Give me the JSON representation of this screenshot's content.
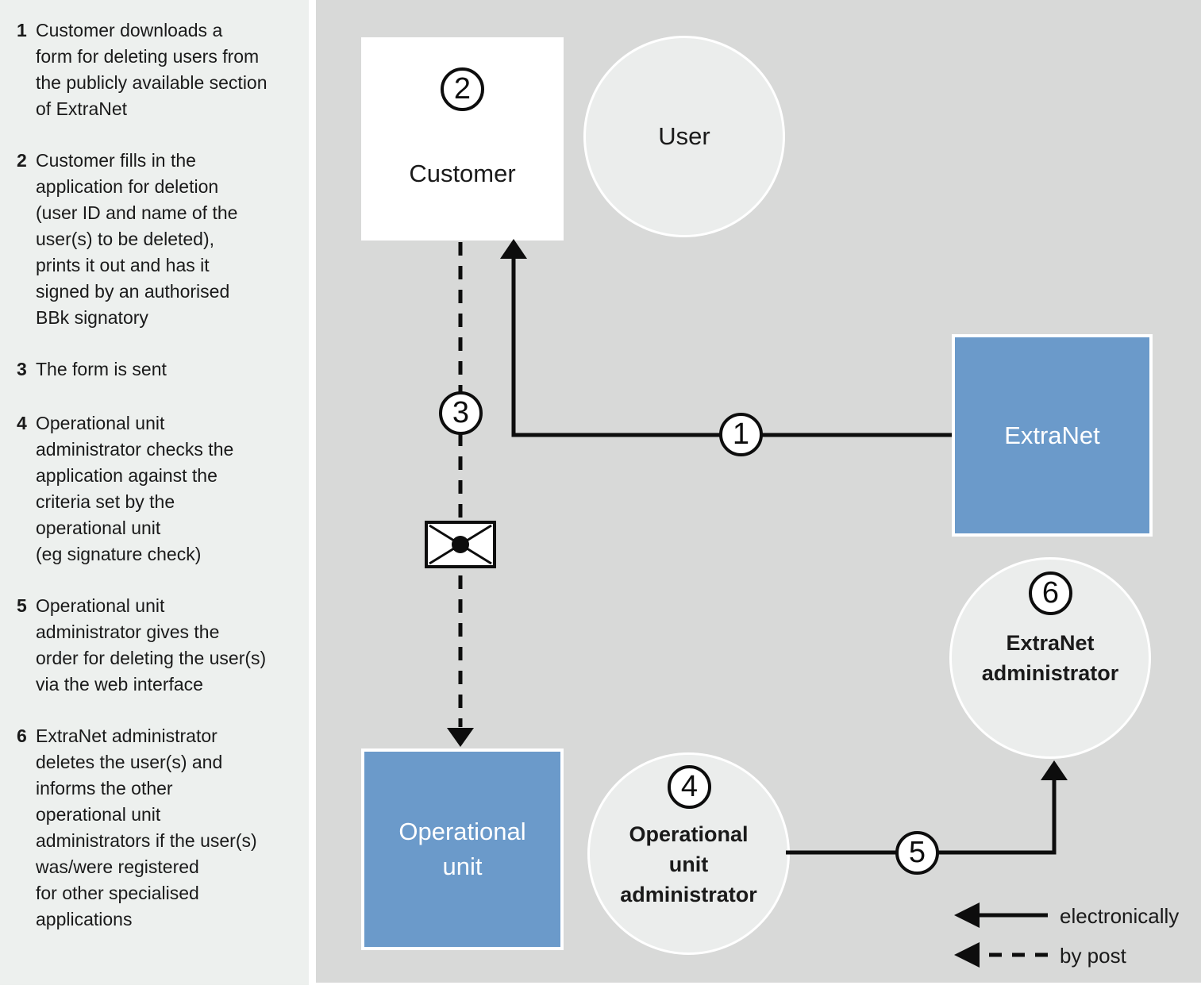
{
  "steps": [
    {
      "num": "1",
      "text": "Customer downloads a\nform for deleting users from\nthe publicly available section\nof ExtraNet"
    },
    {
      "num": "2",
      "text": "Customer fills in the\napplication for deletion\n(user ID and name of the\nuser(s) to be deleted),\nprints it out and has it\nsigned by an authorised\nBBk signatory"
    },
    {
      "num": "3",
      "text": "The form is sent"
    },
    {
      "num": "4",
      "text": "Operational unit\nadministrator checks the\napplication against the\ncriteria set by the\noperational unit\n(eg signature check)"
    },
    {
      "num": "5",
      "text": "Operational unit\nadministrator gives the\norder for deleting the user(s)\nvia the web interface"
    },
    {
      "num": "6",
      "text": "ExtraNet administrator\ndeletes the user(s) and\ninforms the other\noperational unit\nadministrators if the user(s)\nwas/were registered\nfor other specialised\napplications"
    }
  ],
  "nodes": {
    "customer": {
      "label": "Customer",
      "badge": "2"
    },
    "user": {
      "label": "User"
    },
    "extranet": {
      "label": "ExtraNet"
    },
    "extranet_admin": {
      "label": "ExtraNet\nadministrator",
      "badge": "6"
    },
    "operational_unit": {
      "label": "Operational\nunit"
    },
    "operational_unit_admin": {
      "label": "Operational\nunit\nadministrator",
      "badge": "4"
    }
  },
  "edges": {
    "step1_badge": "1",
    "step3_badge": "3",
    "step5_badge": "5"
  },
  "legend": [
    {
      "style": "solid",
      "label": "electronically"
    },
    {
      "style": "dashed",
      "label": "by post"
    }
  ],
  "colors": {
    "accent_blue": "#6b9aca",
    "left_panel_bg": "#edf0ee",
    "canvas_bg": "#d8d9d8",
    "node_circle_fill": "#ebedec",
    "line_black": "#0d0d0d"
  }
}
